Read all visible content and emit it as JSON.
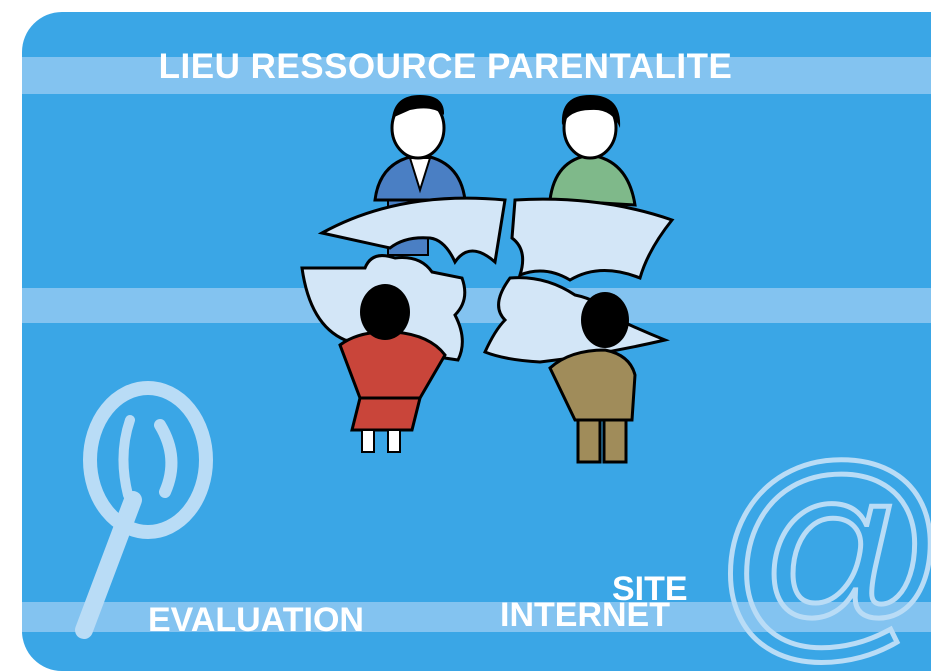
{
  "title": "LIEU RESSOURCE PARENTALITE",
  "labels": {
    "evaluation": "EVALUATION",
    "site": "SITE",
    "internet": "INTERNET"
  },
  "icons": {
    "magnifier": "magnifier-icon",
    "at_sign": "at-sign-icon"
  },
  "colors": {
    "background": "#3aa6e6",
    "band": "#83c3f0",
    "pale_icon": "#b9dcf6",
    "puzzle": "#d3e6f7",
    "man_suit": "#4a7fc4",
    "woman_top": "#7fb98a",
    "woman_dress": "#c9453a",
    "man_suit_back": "#a08c5a"
  }
}
